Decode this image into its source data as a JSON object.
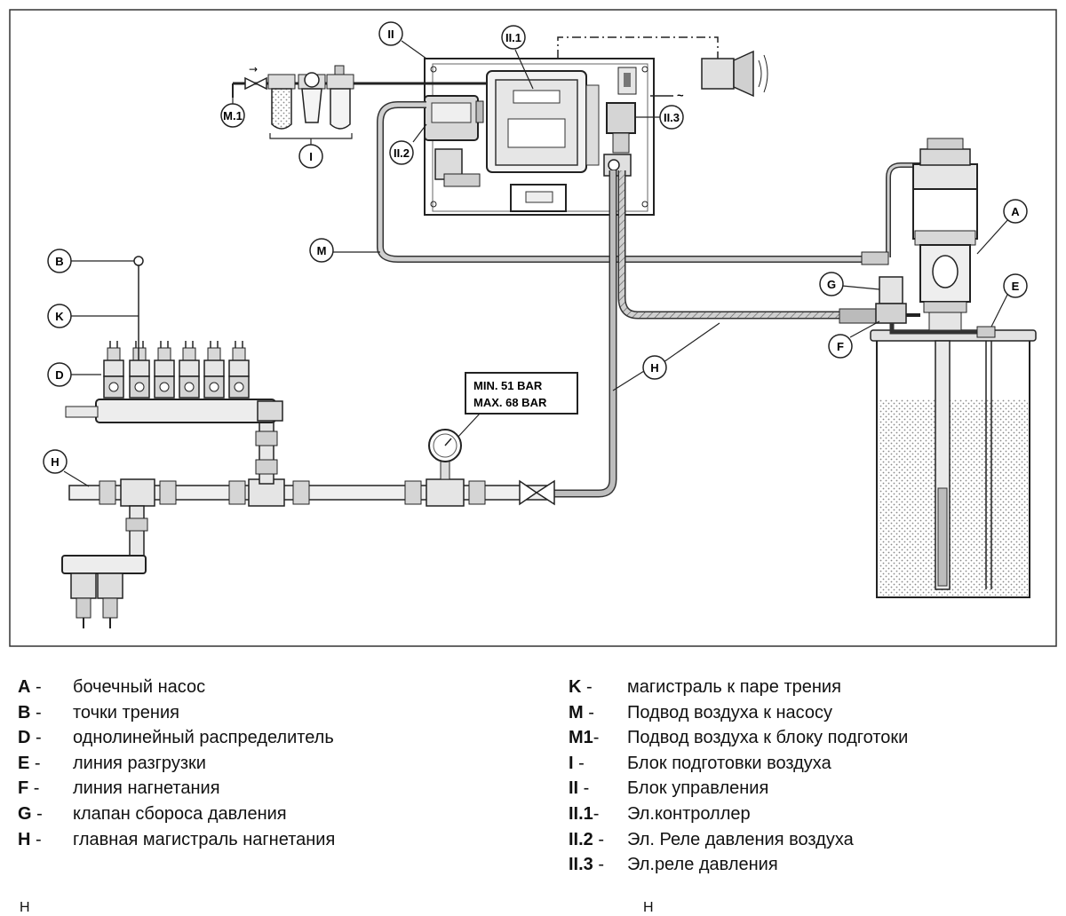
{
  "callouts": {
    "II": "II",
    "II1": "II.1",
    "II2": "II.2",
    "II3": "II.3",
    "I": "I",
    "M1": "M.1",
    "M": "M",
    "A": "A",
    "B": "B",
    "K": "K",
    "D": "D",
    "G": "G",
    "E": "E",
    "F": "F",
    "H_main": "H",
    "H_left": "H",
    "ac_symbol": "~"
  },
  "pressure_box": {
    "min": "MIN.  51 BAR",
    "max": "MAX.  68 BAR"
  },
  "legend_left": [
    {
      "code": "A",
      "dash": " -",
      "text": "бочечный насос"
    },
    {
      "code": "B",
      "dash": " -",
      "text": "точки трения"
    },
    {
      "code": "D",
      "dash": " -",
      "text": "однолинейный распределитель"
    },
    {
      "code": "E",
      "dash": " -",
      "text": "линия разгрузки"
    },
    {
      "code": "F",
      "dash": " -",
      "text": "линия нагнетания"
    },
    {
      "code": "G",
      "dash": " -",
      "text": "клапан сбороса давления"
    },
    {
      "code": "H",
      "dash": " -",
      "text": "главная магистраль нагнетания"
    }
  ],
  "legend_right": [
    {
      "code": "K",
      "dash": " -",
      "text": "магистраль к паре трения"
    },
    {
      "code": "M",
      "dash": " -",
      "text": "Подвод воздуха к насосу"
    },
    {
      "code": "M1",
      "dash": "-",
      "text": "Подвод воздуха к блоку подготоки"
    },
    {
      "code": "I",
      "dash": " -",
      "text": "Блок подготовки воздуха"
    },
    {
      "code": "II",
      "dash": " -",
      "text": "Блок управления"
    },
    {
      "code": "II.1",
      "dash": "-",
      "text": "Эл.контроллер"
    },
    {
      "code": "II.2",
      "dash": " -",
      "text": "Эл. Реле давления воздуха"
    },
    {
      "code": "II.3",
      "dash": " -",
      "text": "Эл.реле давления"
    }
  ],
  "footer": {
    "left": "Н",
    "right": "Н"
  }
}
